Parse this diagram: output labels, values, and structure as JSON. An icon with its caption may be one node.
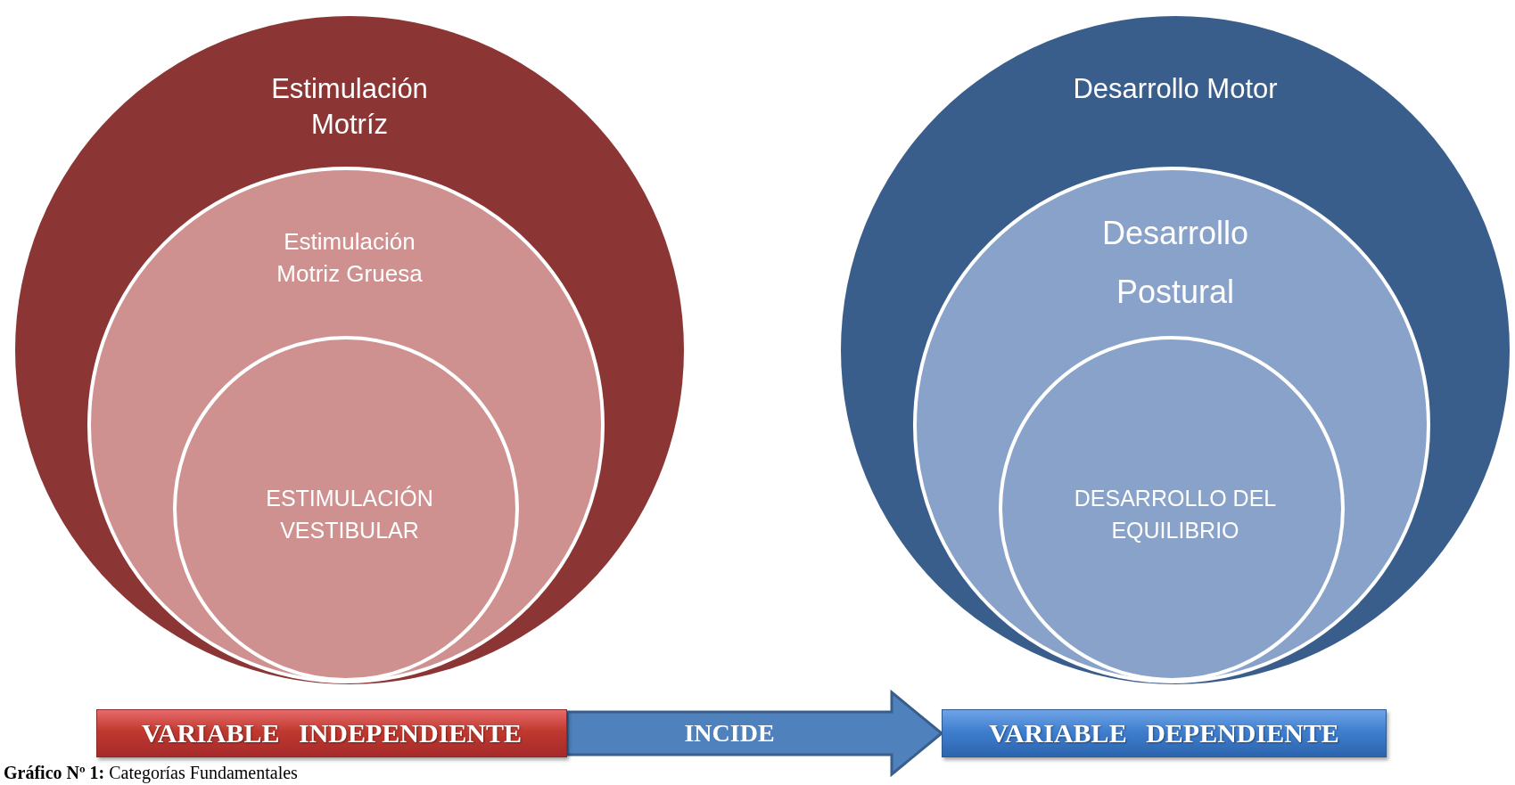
{
  "diagram": {
    "caption": "**Gráfico Nº 1:** Categorías Fundamentales",
    "nodes": [
      {
        "text": [
          "Estimulación Motríz"
        ]
      },
      {
        "text": [
          "Estimulación Motriz Gruesa"
        ],
        "in": 0
      },
      {
        "text": [
          "ESTIMULACIÓN VESTIBULAR"
        ],
        "in": 1
      },
      {
        "text": [
          "Desarrollo Motor"
        ]
      },
      {
        "text": [
          "Desarrollo Postural"
        ],
        "in": 3
      },
      {
        "text": [
          "DESARROLLO DEL EQUILIBRIO"
        ],
        "in": 4
      },
      {
        "text": [
          "VARIABLE INDEPENDIENTE"
        ]
      },
      {
        "text": [
          "VARIABLE DEPENDIENTE"
        ]
      }
    ],
    "edges": [
      {
        "from": 6,
        "to": 7,
        "arrow": "to",
        "label": "INCIDE"
      }
    ]
  }
}
